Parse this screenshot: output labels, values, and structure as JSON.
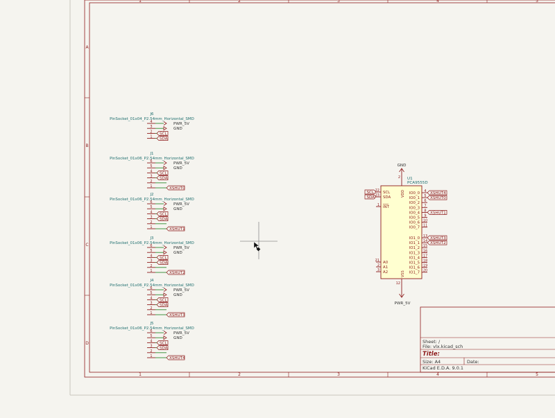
{
  "colors": {
    "background": "#f5f4ef",
    "frame": "#8e1b1b",
    "wire": "#2f8a2f",
    "pin": "#8e1b1b",
    "text_ref": "#1f6f6f",
    "text_pin": "#8e1b1b",
    "ic_fill": "#ffffd0",
    "label": "#8e1b1b",
    "cursor": "#8c8c8c",
    "page_edge": "#c9c6bd"
  },
  "frame": {
    "col_numbers": [
      "1",
      "2",
      "3",
      "4",
      "5"
    ],
    "row_letters": [
      "A",
      "B",
      "C",
      "D"
    ]
  },
  "connectors": [
    {
      "ref": "J6",
      "value": "PinSocket_01x04_P2.54mm_Horizontal_SMD",
      "pins": [
        {
          "num": "4",
          "net": "PWR_5V",
          "kind": "power"
        },
        {
          "num": "3",
          "net": "GND",
          "kind": "power"
        },
        {
          "num": "2",
          "net": "SCL",
          "kind": "label"
        },
        {
          "num": "1",
          "net": "SDA",
          "kind": "label"
        }
      ]
    },
    {
      "ref": "J1",
      "value": "PinSocket_01x06_P2.54mm_Horizontal_SMD",
      "pins": [
        {
          "num": "6",
          "net": "PWR_5V",
          "kind": "power"
        },
        {
          "num": "5",
          "net": "GND",
          "kind": "power"
        },
        {
          "num": "4",
          "net": "SCL",
          "kind": "label"
        },
        {
          "num": "3",
          "net": "SDA",
          "kind": "label"
        },
        {
          "num": "2",
          "net": "",
          "kind": "none"
        },
        {
          "num": "1",
          "net": "XSHUT0",
          "kind": "label"
        }
      ]
    },
    {
      "ref": "J2",
      "value": "PinSocket_01x06_P2.54mm_Horizontal_SMD",
      "pins": [
        {
          "num": "6",
          "net": "PWR_5V",
          "kind": "power"
        },
        {
          "num": "5",
          "net": "GND",
          "kind": "power"
        },
        {
          "num": "4",
          "net": "SCL",
          "kind": "label"
        },
        {
          "num": "3",
          "net": "SDA",
          "kind": "label"
        },
        {
          "num": "2",
          "net": "",
          "kind": "none"
        },
        {
          "num": "1",
          "net": "XSHUT1",
          "kind": "label"
        }
      ]
    },
    {
      "ref": "J3",
      "value": "PinSocket_01x06_P2.54mm_Horizontal_SMD",
      "pins": [
        {
          "num": "6",
          "net": "PWR_5V",
          "kind": "power"
        },
        {
          "num": "5",
          "net": "GND",
          "kind": "power"
        },
        {
          "num": "4",
          "net": "SCL",
          "kind": "label"
        },
        {
          "num": "3",
          "net": "SDA",
          "kind": "label"
        },
        {
          "num": "2",
          "net": "",
          "kind": "none"
        },
        {
          "num": "1",
          "net": "XSHUT2",
          "kind": "label"
        }
      ]
    },
    {
      "ref": "J4",
      "value": "PinSocket_01x06_P2.54mm_Horizontal_SMD",
      "pins": [
        {
          "num": "6",
          "net": "PWR_5V",
          "kind": "power"
        },
        {
          "num": "5",
          "net": "GND",
          "kind": "power"
        },
        {
          "num": "4",
          "net": "SCL",
          "kind": "label"
        },
        {
          "num": "3",
          "net": "SDA",
          "kind": "label"
        },
        {
          "num": "2",
          "net": "",
          "kind": "none"
        },
        {
          "num": "1",
          "net": "XSHUT3",
          "kind": "label"
        }
      ]
    },
    {
      "ref": "J5",
      "value": "PinSocket_01x06_P2.54mm_Horizontal_SMD",
      "pins": [
        {
          "num": "6",
          "net": "PWR_5V",
          "kind": "power"
        },
        {
          "num": "5",
          "net": "GND",
          "kind": "power"
        },
        {
          "num": "4",
          "net": "SCL",
          "kind": "label"
        },
        {
          "num": "3",
          "net": "SDA",
          "kind": "label"
        },
        {
          "num": "2",
          "net": "",
          "kind": "none"
        },
        {
          "num": "1",
          "net": "XSHUT4",
          "kind": "label"
        }
      ]
    }
  ],
  "ic": {
    "ref": "U1",
    "value": "PCA9555D",
    "top_power": "GND",
    "bottom_power": "PWR_5V",
    "top_pin": {
      "num": "2",
      "name": "VDD"
    },
    "bottom_pin": {
      "num": "12",
      "name": "VSS"
    },
    "left_pins": [
      {
        "num": "22",
        "name": "SCL",
        "net": "SCL"
      },
      {
        "num": "23",
        "name": "SDA",
        "net": "SDA"
      },
      {
        "num": "1",
        "name": "INT",
        "net": ""
      },
      {
        "num": "21",
        "name": "A0",
        "net": ""
      },
      {
        "num": "2",
        "name": "A1",
        "net": ""
      },
      {
        "num": "3",
        "name": "A2",
        "net": ""
      }
    ],
    "right_pins": [
      {
        "num": "4",
        "name": "IO0_0",
        "net": "XSHUT4"
      },
      {
        "num": "5",
        "name": "IO0_1",
        "net": "XSHUT0"
      },
      {
        "num": "6",
        "name": "IO0_2",
        "net": ""
      },
      {
        "num": "7",
        "name": "IO0_3",
        "net": ""
      },
      {
        "num": "8",
        "name": "IO0_4",
        "net": "XSHUT1"
      },
      {
        "num": "9",
        "name": "IO0_5",
        "net": ""
      },
      {
        "num": "10",
        "name": "IO0_6",
        "net": ""
      },
      {
        "num": "11",
        "name": "IO0_7",
        "net": ""
      },
      {
        "num": "13",
        "name": "IO1_0",
        "net": "XSHUT3"
      },
      {
        "num": "14",
        "name": "IO1_1",
        "net": "XSHUT2"
      },
      {
        "num": "15",
        "name": "IO1_2",
        "net": ""
      },
      {
        "num": "16",
        "name": "IO1_3",
        "net": ""
      },
      {
        "num": "17",
        "name": "IO1_4",
        "net": ""
      },
      {
        "num": "18",
        "name": "IO1_5",
        "net": ""
      },
      {
        "num": "19",
        "name": "IO1_6",
        "net": ""
      },
      {
        "num": "20",
        "name": "IO1_7",
        "net": ""
      }
    ]
  },
  "title_block": {
    "sheet": "Sheet: /",
    "file": "File: vlx.kicad_sch",
    "title": "Title:",
    "size": "Size: A4",
    "date": "Date:",
    "tool": "KiCad E.D.A. 9.0.1"
  }
}
